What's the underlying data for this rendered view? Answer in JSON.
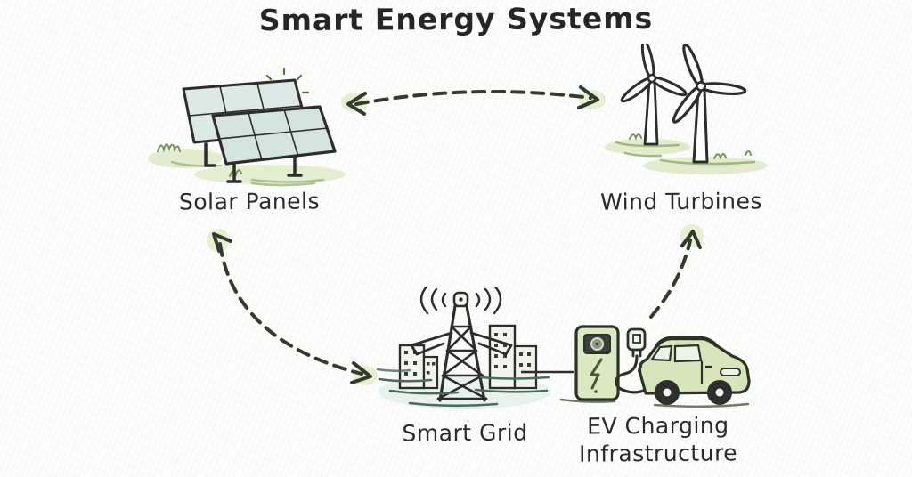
{
  "title": "Smart Energy Systems",
  "nodes": [
    {
      "id": "solar-panels",
      "label": "Solar Panels",
      "icon": "solar-panels-icon"
    },
    {
      "id": "wind-turbines",
      "label": "Wind Turbines",
      "icon": "wind-turbines-icon"
    },
    {
      "id": "smart-grid",
      "label": "Smart Grid",
      "icon": "smart-grid-icon"
    },
    {
      "id": "ev-charging",
      "label": "EV Charging Infrastructure",
      "icon": "ev-charging-icon"
    }
  ],
  "connections": [
    {
      "from": "Solar Panels",
      "to": "Wind Turbines",
      "direction": "bidirectional",
      "style": "dashed-curve"
    },
    {
      "from": "Smart Grid",
      "to": "Solar Panels",
      "direction": "bidirectional",
      "style": "dashed-curve"
    },
    {
      "from": "EV Charging Infrastructure",
      "to": "Wind Turbines",
      "direction": "one-way",
      "style": "dashed-curve"
    }
  ],
  "colors": {
    "background": "#fdfdfc",
    "ink": "#2d2d2d",
    "arrow_ink": "#333a30",
    "arrow_halo": "#e3eec9",
    "station_green": "#dbe8c2",
    "car_green": "#d7e5ba",
    "panel_blue": "#dde9e6",
    "grass_green": "#74935a",
    "grass_fill": "#d9e7bd",
    "water_teal": "#4a6a5d",
    "water_fill": "#e4f0e9",
    "sun_fill": "#e9efcc",
    "sun_stroke": "#667a44"
  }
}
